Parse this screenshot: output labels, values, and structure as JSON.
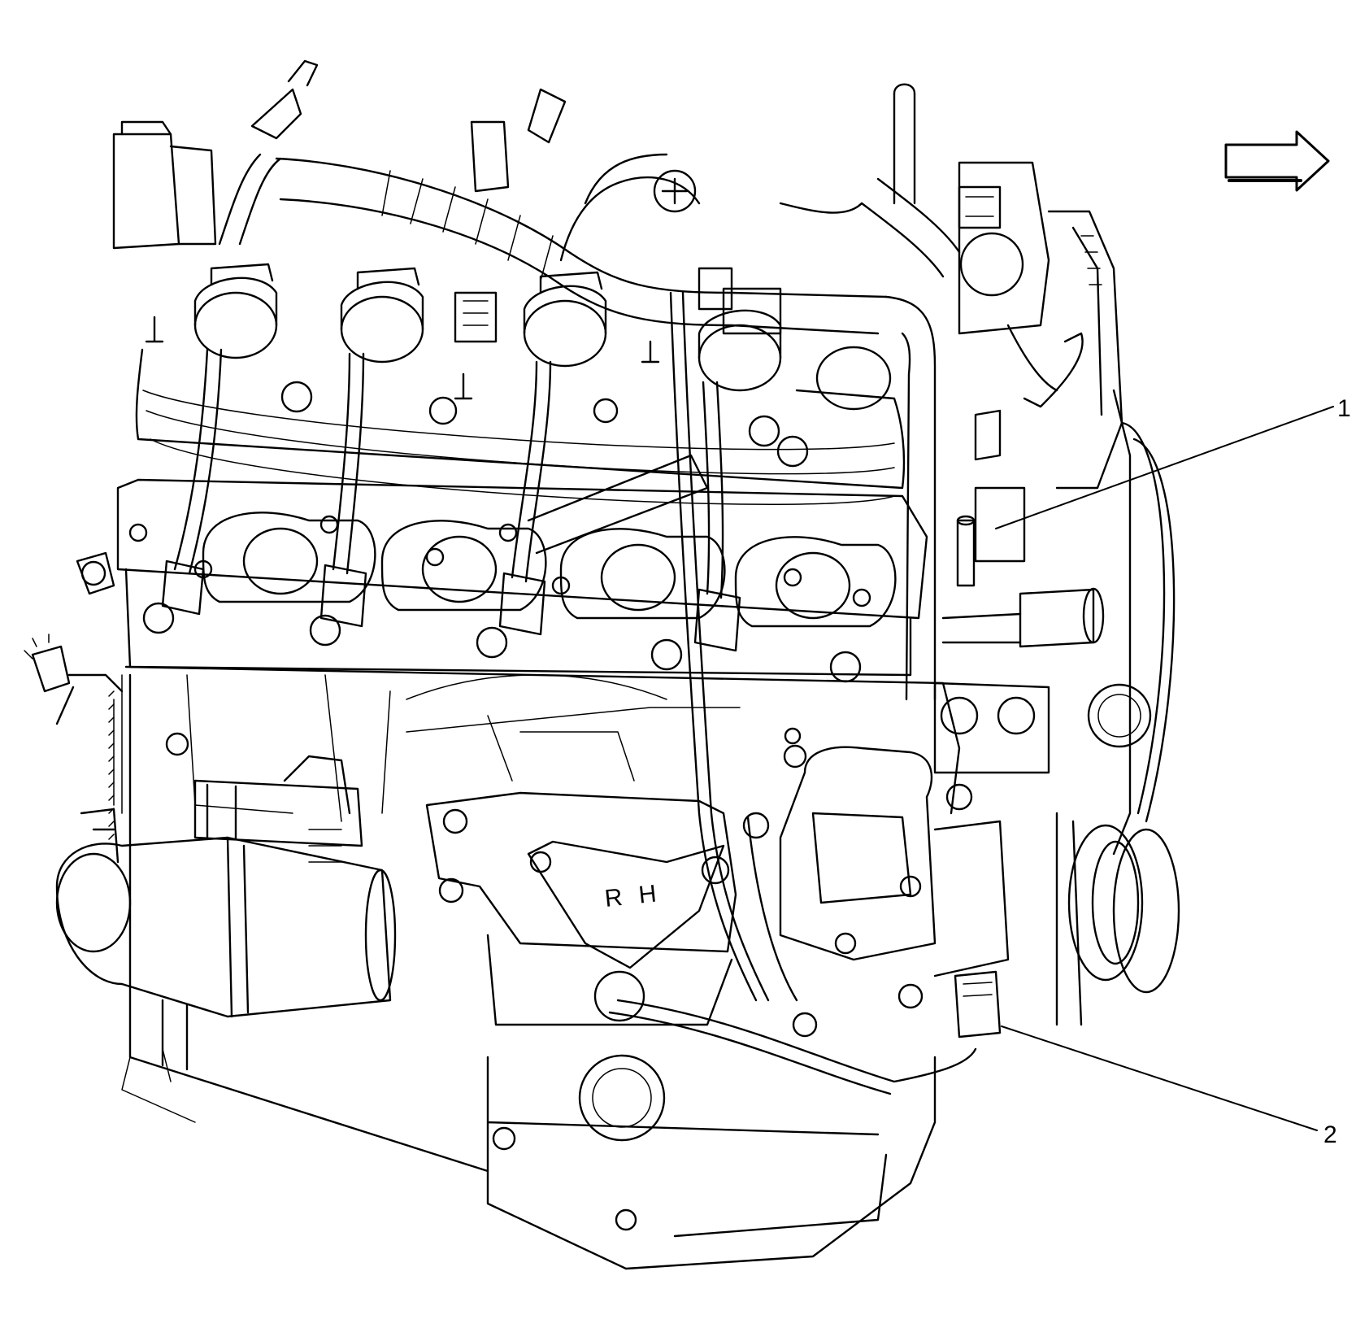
{
  "diagram": {
    "callouts": [
      {
        "id": "1",
        "label": "1"
      },
      {
        "id": "2",
        "label": "2"
      }
    ],
    "bank_marking": "R H",
    "arrow_icon": "right-arrow-icon",
    "line_color": "#000000",
    "background_color": "#ffffff"
  }
}
